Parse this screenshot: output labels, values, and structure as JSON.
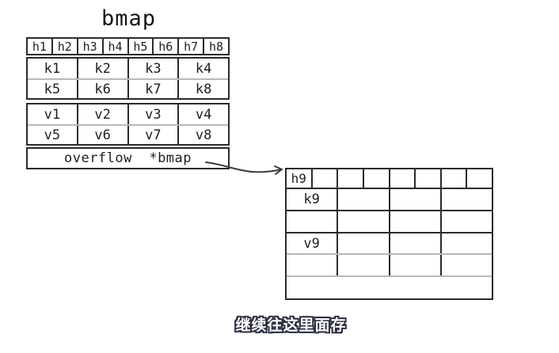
{
  "title": "bmap",
  "caption": "继续往这里面存",
  "left_table": {
    "hash_cells": [
      "h1",
      "h2",
      "h3",
      "h4",
      "h5",
      "h6",
      "h7",
      "h8"
    ],
    "key_rows": [
      [
        "k1",
        "k2",
        "k3",
        "k4"
      ],
      [
        "k5",
        "k6",
        "k7",
        "k8"
      ]
    ],
    "value_rows": [
      [
        "v1",
        "v2",
        "v3",
        "v4"
      ],
      [
        "v5",
        "v6",
        "v7",
        "v8"
      ]
    ],
    "overflow_label": "overflow  *bmap"
  },
  "right_table": {
    "hash_cells": [
      "h9",
      "",
      "",
      "",
      "",
      "",
      "",
      ""
    ],
    "key_rows": [
      [
        "k9",
        "",
        "",
        ""
      ],
      [
        "",
        "",
        "",
        ""
      ]
    ],
    "value_rows": [
      [
        "v9",
        "",
        "",
        ""
      ],
      [
        "",
        "",
        "",
        ""
      ]
    ],
    "overflow_label": ""
  },
  "colors": {
    "ink": "#2b2b2b",
    "light_line": "#b9b9b9",
    "background": "#ffffff",
    "caption_fill": "#ffffff",
    "caption_outline": "#2d3142"
  }
}
